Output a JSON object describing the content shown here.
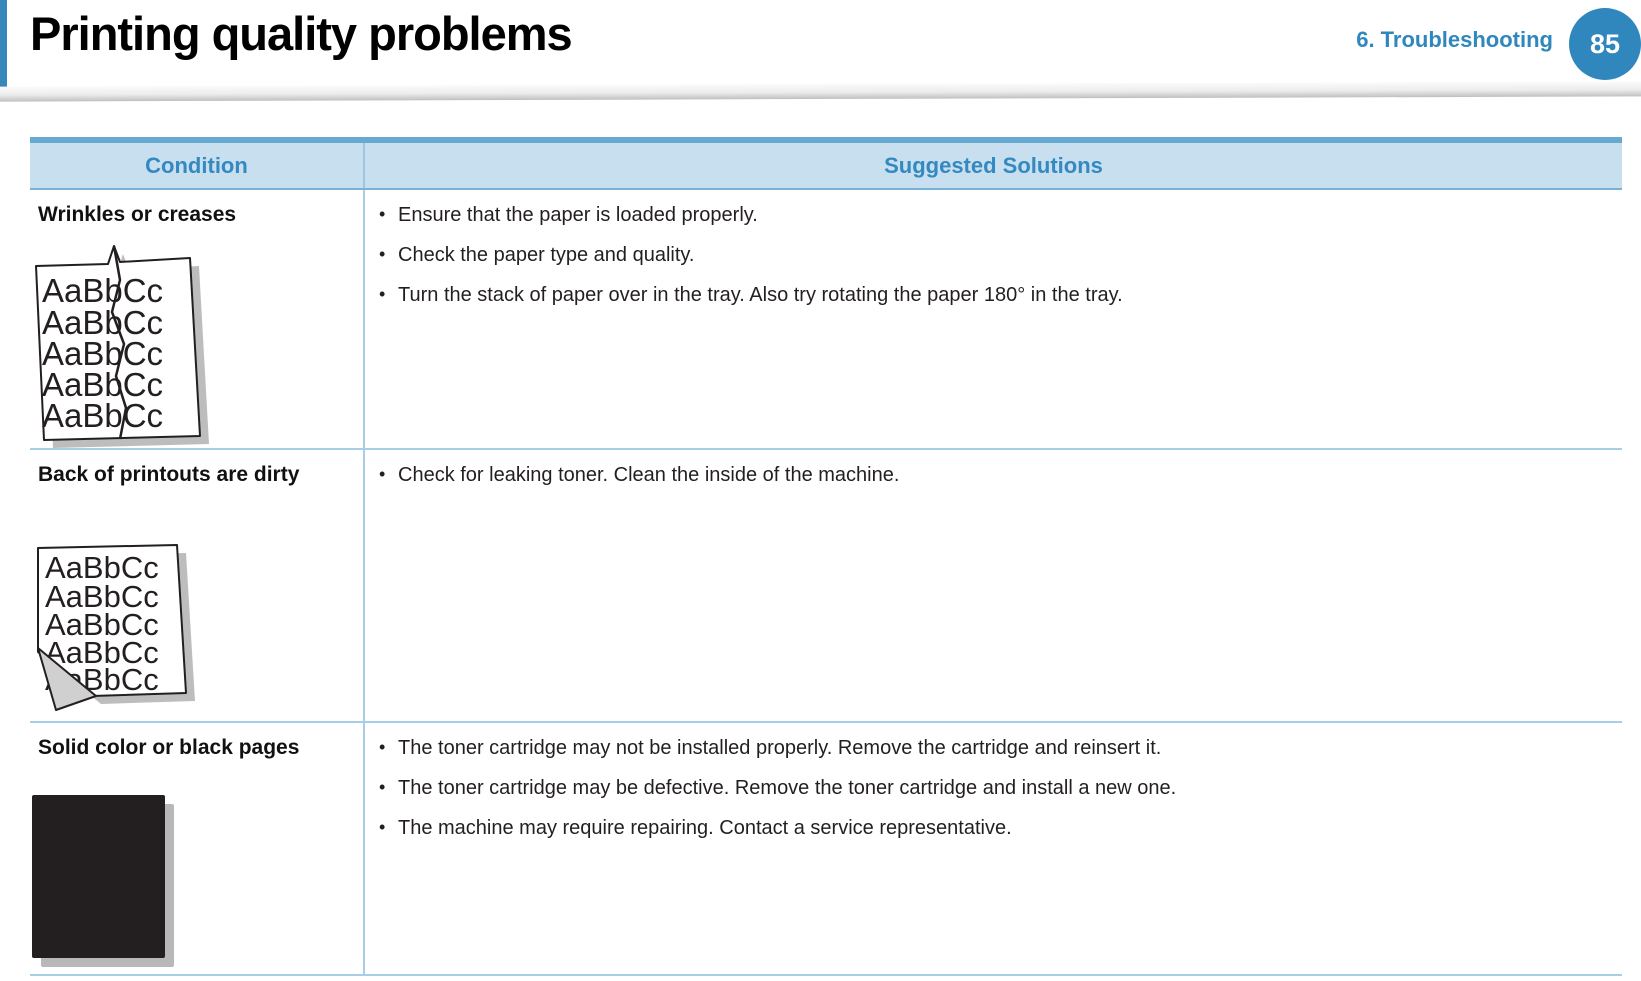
{
  "header": {
    "title": "Printing quality problems",
    "chapter": "6.  Troubleshooting",
    "page_number": "85"
  },
  "table": {
    "headers": [
      "Condition",
      "Suggested Solutions"
    ],
    "rows": [
      {
        "condition": "Wrinkles or creases",
        "sample_image": "wrinkled-paper",
        "sample_text": "AaBbCc",
        "solutions": [
          "Ensure that the paper is loaded properly.",
          "Check the paper type and quality.",
          "Turn the stack of paper over in the tray. Also try rotating the paper 180° in the tray."
        ]
      },
      {
        "condition": "Back of printouts are dirty",
        "sample_image": "folded-corner-paper",
        "sample_text": "AaBbCc",
        "solutions": [
          "Check for leaking toner. Clean the inside of the machine."
        ]
      },
      {
        "condition": "Solid color or black pages",
        "sample_image": "solid-black-page",
        "solutions": [
          "The toner cartridge may not be installed properly. Remove the cartridge and reinsert it.",
          "The toner cartridge may be defective. Remove the toner cartridge and install a new one.",
          "The machine may require repairing. Contact a service representative."
        ]
      }
    ]
  },
  "colors": {
    "accent_blue": "#2f87bd",
    "header_bg": "#c7dfef",
    "header_border": "#66a9d1",
    "row_border": "#a5cfe6",
    "body_text": "#231f20"
  }
}
